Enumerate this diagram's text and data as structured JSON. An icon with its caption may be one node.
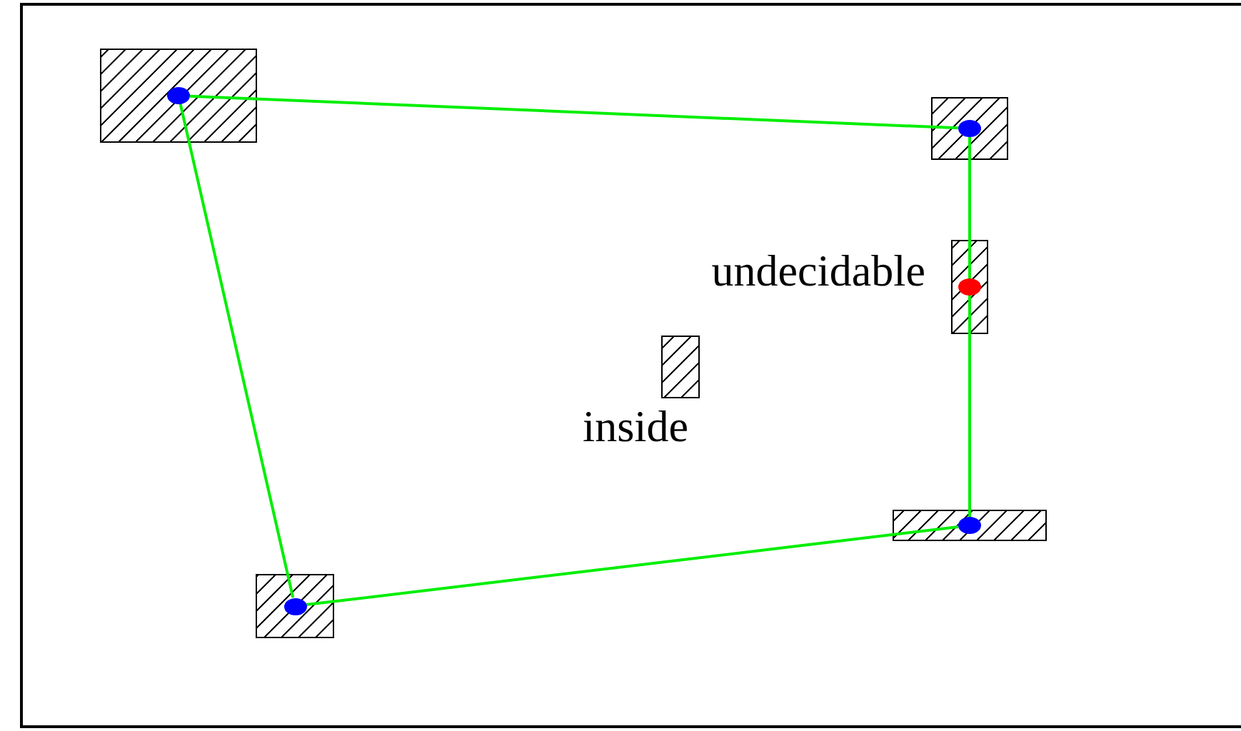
{
  "diagram": {
    "nodes": [
      {
        "text": [],
        "shape": "box"
      },
      {
        "text": [],
        "shape": "circle",
        "in": 0
      },
      {
        "text": [],
        "shape": "box"
      },
      {
        "text": [],
        "shape": "circle",
        "in": 2
      },
      {
        "text": [],
        "shape": "box",
        "beside": [
          "undecidable"
        ]
      },
      {
        "text": [],
        "shape": "circle",
        "in": 4
      },
      {
        "text": [],
        "shape": "box",
        "beside": [
          "inside"
        ]
      },
      {
        "text": [],
        "shape": "box"
      },
      {
        "text": [],
        "shape": "circle",
        "in": 7
      },
      {
        "text": [],
        "shape": "box"
      },
      {
        "text": [],
        "shape": "circle",
        "in": 9
      }
    ],
    "edges": [
      {
        "from": 1,
        "to": 3,
        "arrow": "none"
      },
      {
        "from": 3,
        "to": 8,
        "arrow": "none"
      },
      {
        "from": 8,
        "to": 10,
        "arrow": "none"
      },
      {
        "from": 10,
        "to": 1,
        "arrow": "none"
      }
    ]
  }
}
